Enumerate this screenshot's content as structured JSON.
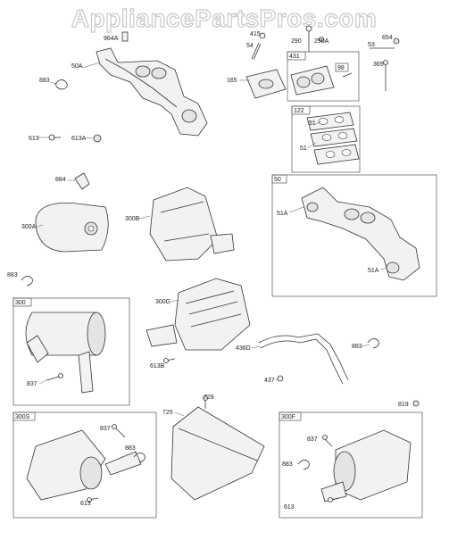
{
  "watermark": "AppliancePartsPros.com",
  "boxes": {
    "b431": "431",
    "b98": "98",
    "b122": "122",
    "b50": "50",
    "b300": "300",
    "b300s": "300S",
    "b300f": "300F"
  },
  "labels": {
    "l964a": "964A",
    "l415": "415",
    "l54": "54",
    "l290": "290",
    "l290a": "290A",
    "l53": "53",
    "l654": "654",
    "l365": "365",
    "l50a": "50A",
    "l883a": "883",
    "l165": "165",
    "l51a": "51",
    "l51b": "51",
    "l613a": "613",
    "l613a2": "613A",
    "l884": "884",
    "l51a1": "51A",
    "l51a2": "51A",
    "l300a": "300A",
    "l300b": "300B",
    "l883b": "883",
    "l300g": "300G",
    "l837a": "837",
    "l613b": "613B",
    "l436d": "436D",
    "l883c": "883",
    "l437": "437",
    "l728": "728",
    "l725": "725",
    "l819": "819",
    "l837b": "837",
    "l883d": "883",
    "l613c": "613",
    "l837c": "837",
    "l883e": "883",
    "l613d": "613"
  }
}
